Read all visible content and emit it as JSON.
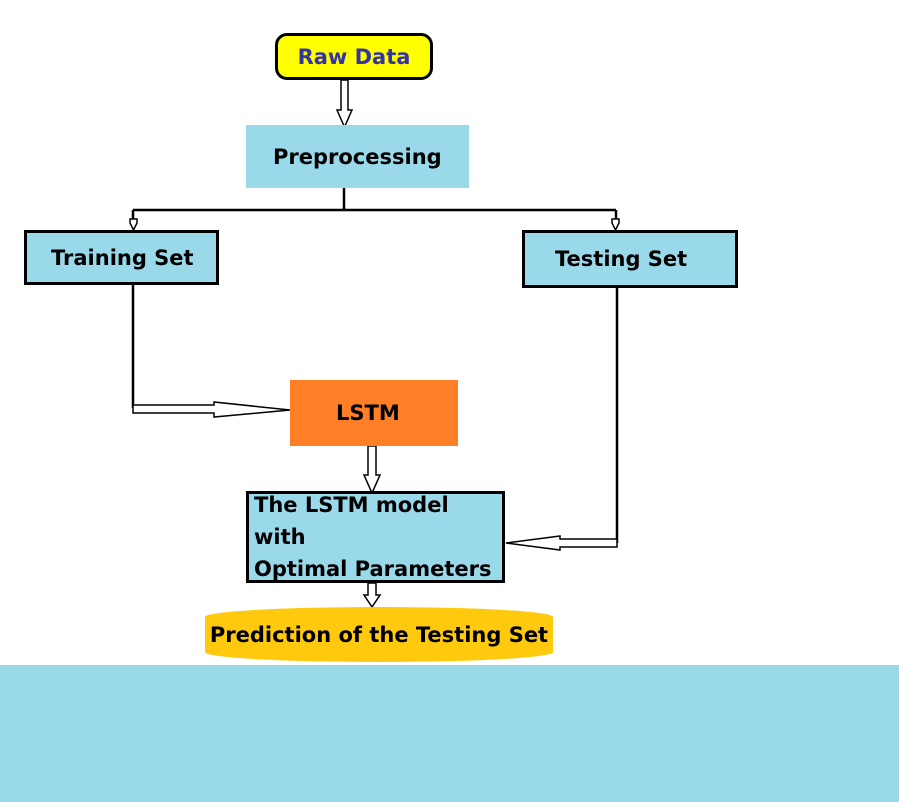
{
  "nodes": {
    "raw_data": "Raw Data",
    "preprocessing": "Preprocessing",
    "training_set": "Training Set",
    "testing_set": "Testing Set",
    "lstm": "LSTM",
    "model_line1": "The LSTM model with",
    "model_line2": "Optimal Parameters",
    "prediction": "Prediction of the Testing Set"
  },
  "colors": {
    "raw_data_fill": "#ffff00",
    "raw_data_text": "#3333aa",
    "box_fill": "#99d9ea",
    "lstm_fill": "#ff7f27",
    "prediction_fill": "#ffc90e"
  }
}
